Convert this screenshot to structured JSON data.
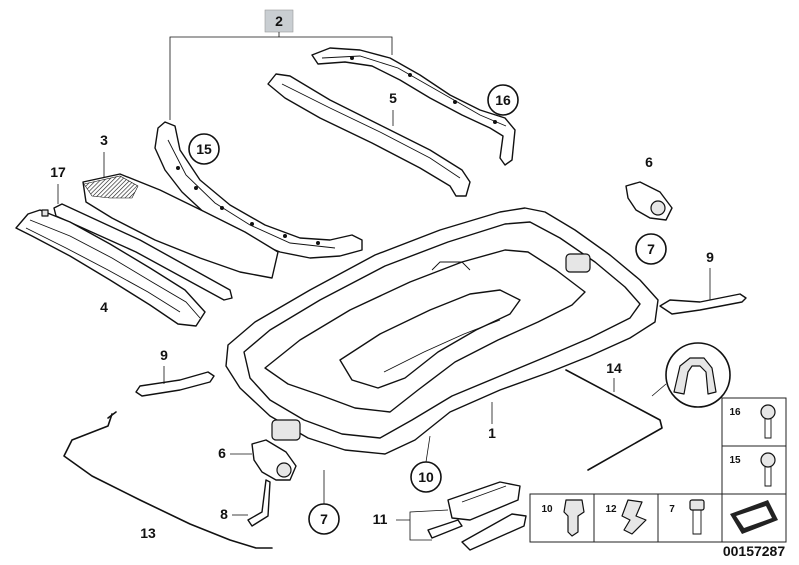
{
  "diagram": {
    "reference_number": "00157287",
    "part_labels": {
      "p1": "1",
      "p2": "2",
      "p3": "3",
      "p4": "4",
      "p5": "5",
      "p6a": "6",
      "p6b": "6",
      "p7a": "7",
      "p7b": "7",
      "p8": "8",
      "p9a": "9",
      "p9b": "9",
      "p10": "10",
      "p11": "11",
      "p13": "13",
      "p14": "14",
      "p15": "15",
      "p16": "16",
      "p17": "17"
    },
    "legend_grid": {
      "cell_15": "15",
      "cell_16": "16",
      "cell_10": "10",
      "cell_12": "12",
      "cell_7": "7"
    }
  }
}
